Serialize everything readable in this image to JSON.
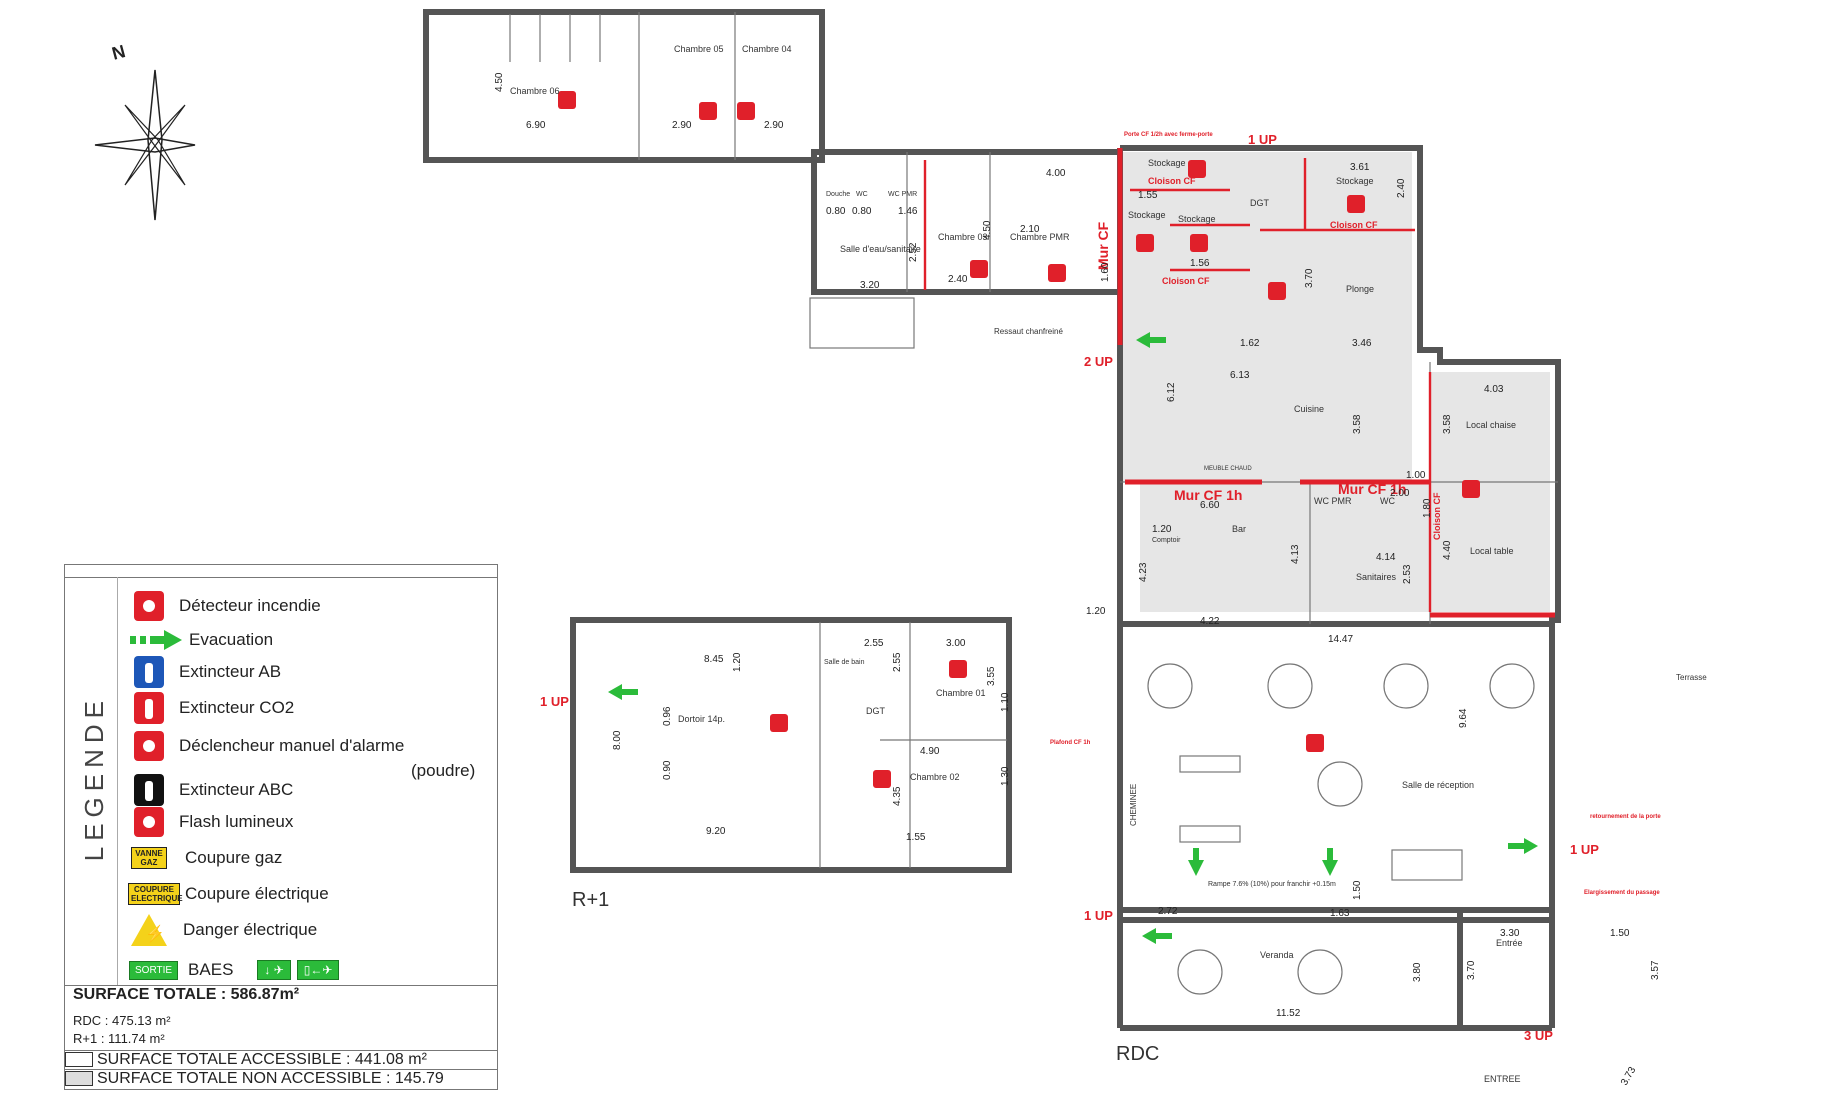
{
  "legend": {
    "title": "LEGENDE",
    "items": [
      {
        "icon": "fire-detector-icon",
        "label": "Détecteur incendie"
      },
      {
        "icon": "evacuation-arrow-icon",
        "label": "Evacuation"
      },
      {
        "icon": "extinguisher-ab-icon",
        "label": "Extincteur AB"
      },
      {
        "icon": "extinguisher-co2-icon",
        "label": "Extincteur CO2"
      },
      {
        "icon": "manual-alarm-icon",
        "label": "Déclencheur manuel d'alarme"
      },
      {
        "icon": "extinguisher-abc-icon",
        "label": "Extincteur ABC"
      },
      {
        "icon": "flash-light-icon",
        "label": "Flash lumineux"
      },
      {
        "icon": "gas-cutoff-icon",
        "label": "Coupure gaz"
      },
      {
        "icon": "electric-cutoff-icon",
        "label": "Coupure électrique"
      },
      {
        "icon": "electric-danger-icon",
        "label": "Danger électrique"
      },
      {
        "icon": "emergency-light-icon",
        "label": "BAES"
      }
    ],
    "powder_note": "(poudre)",
    "badge_gas": "VANNE GAZ",
    "badge_elec": "COUPURE ELECTRIQUE",
    "badge_sortie": "SORTIE",
    "surface_total": "SURFACE TOTALE : 586.87m²",
    "rdc": "RDC : 475.13 m²",
    "r1": "R+1 : 111.74 m²",
    "surface_accessible": "SURFACE TOTALE ACCESSIBLE : 441.08 m²",
    "surface_non_accessible": "SURFACE TOTALE NON ACCESSIBLE : 145.79"
  },
  "compass": {
    "north": "N"
  },
  "levels": {
    "r1": "R+1",
    "rdc": "RDC"
  },
  "rooms": {
    "chambre06": "Chambre 06",
    "chambre05": "Chambre 05",
    "chambre04": "Chambre 04",
    "salle_eau": "Salle d'eau/sanitaire",
    "chambre03": "Chambre 03",
    "chambre_pmr": "Chambre PMR",
    "stockage1": "Stockage",
    "stockage2": "Stockage",
    "stockage3": "Stockage",
    "stockage4": "Stockage",
    "dgt": "DGT",
    "plonge": "Plonge",
    "cuisine": "Cuisine",
    "local_chaise": "Local chaise",
    "local_table": "Local table",
    "bar": "Bar",
    "comptoir": "Comptoir",
    "wc_pmr": "WC PMR",
    "wc": "WC",
    "sanitaires": "Sanitaires",
    "salle_reception": "Salle de réception",
    "veranda": "Veranda",
    "entree": "Entrée",
    "terrasse": "Terrasse",
    "dortoir": "Dortoir 14p.",
    "dgt_r1": "DGT",
    "chambre01": "Chambre 01",
    "chambre02": "Chambre 02",
    "salle_bain": "Salle de bain",
    "cheminee": "CHEMINEE",
    "meuble_chaud": "MEUBLE CHAUD",
    "douche": "Douche",
    "wc_top": "WC",
    "wc_pmr_top": "WC PMR"
  },
  "labels": {
    "up1": "1 UP",
    "up2": "2 UP",
    "up1b": "1 UP",
    "up1c": "1 UP",
    "up1d": "1 UP",
    "up3": "3 UP",
    "mur_cf": "Mur CF",
    "mur_cf1h_a": "Mur CF 1h",
    "mur_cf1h_b": "Mur CF 1h",
    "cloison_cf": "Cloison CF",
    "cloison_cf_b": "Cloison CF",
    "cloison_cf_c": "Cloison CF",
    "cloison_cf_d": "Cloison CF",
    "ressaut": "Ressaut chanfreiné",
    "rampe": "Rampe 7.6% (10%) pour franchir +0.15m",
    "entree_label": "ENTREE",
    "plafond_cf": "Plafond CF 1h",
    "porte_cf": "Porte CF 1/2h avec ferme-porte",
    "elargissement": "Elargissement du passage",
    "retournement": "retournement de la porte"
  },
  "dims": {
    "d450": "4.50",
    "d690": "6.90",
    "d290a": "2.90",
    "d290b": "2.90",
    "d400": "4.00",
    "d210": "2.10",
    "d320": "3.20",
    "d240": "2.40",
    "d450b": "4.50",
    "d160": "1.60",
    "d080a": "0.80",
    "d080b": "0.80",
    "d146": "1.46",
    "d252": "2.52",
    "d361": "3.61",
    "d240b": "2.40",
    "d370": "3.70",
    "d162": "1.62",
    "d346": "3.46",
    "d613": "6.13",
    "d612": "6.12",
    "d358a": "3.58",
    "d358b": "3.58",
    "d403": "4.03",
    "d100": "1.00",
    "d660": "6.60",
    "d120": "1.20",
    "d423": "4.23",
    "d422": "4.22",
    "d413": "4.13",
    "d414": "4.14",
    "d253": "2.53",
    "d440": "4.40",
    "d200": "2.00",
    "d180": "1.80",
    "d1447": "14.47",
    "d964": "9.64",
    "d272": "2.72",
    "d163": "1.63",
    "d150": "1.50",
    "d330": "3.30",
    "d370b": "3.70",
    "d380": "3.80",
    "d1152": "11.52",
    "d357": "3.57",
    "d373": "3.73",
    "d845": "8.45",
    "d255": "2.55",
    "d300": "3.00",
    "d800": "8.00",
    "d920": "9.20",
    "d490": "4.90",
    "d110": "1.10",
    "d435": "4.35",
    "d155": "1.55",
    "d355": "3.55",
    "d120b": "1.20",
    "d096": "0.96",
    "d090": "0.90",
    "d255b": "2.55",
    "d155b": "1.55",
    "d156": "1.56",
    "d130": "1.30",
    "d120c": "1.20",
    "d150b": "1.50"
  },
  "colors": {
    "red": "#e0202a",
    "green": "#2bbb3a",
    "yellow": "#f4d21a",
    "blue": "#1d57b8",
    "wall": "#555555",
    "grey_area": "#e6e6e6"
  }
}
